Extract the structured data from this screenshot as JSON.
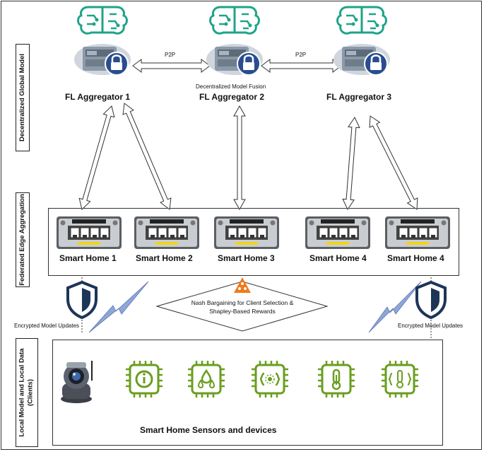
{
  "side_labels": {
    "global": "Decentralized Global Model",
    "edge": "Federated Edge Aggregation",
    "local_line1": "Local Model and Local Data",
    "local_line2": "(Clients)"
  },
  "aggregators": [
    {
      "label": "FL Aggregator 1"
    },
    {
      "label": "FL Aggregator 2"
    },
    {
      "label": "FL Aggregator 3"
    }
  ],
  "p2p_label": "P2P",
  "fusion_label": "Decentralized Model Fusion",
  "smart_homes": [
    {
      "label": "Smart Home 1"
    },
    {
      "label": "Smart Home 2"
    },
    {
      "label": "Smart Home 3"
    },
    {
      "label": "Smart Home 4"
    },
    {
      "label": "Smart Home 4"
    }
  ],
  "nash_line1": "Nash Bargaining for Client Selection &",
  "nash_line2": "Shapley-Based Rewards",
  "encrypted_label": "Encrypted Model Updates",
  "sensors_caption": "Smart Home Sensors and devices",
  "devices": [
    "camera-icon",
    "info-chip-icon",
    "water-chip-icon",
    "code-chip-icon",
    "thermometer-chip-icon",
    "code-thermometer-chip-icon"
  ],
  "colors": {
    "brain": "#1fa38a",
    "chip": "#6a9e1f",
    "shield": "#1d3557",
    "lightning": "#7a90c9",
    "nash": "#f07a1a"
  }
}
